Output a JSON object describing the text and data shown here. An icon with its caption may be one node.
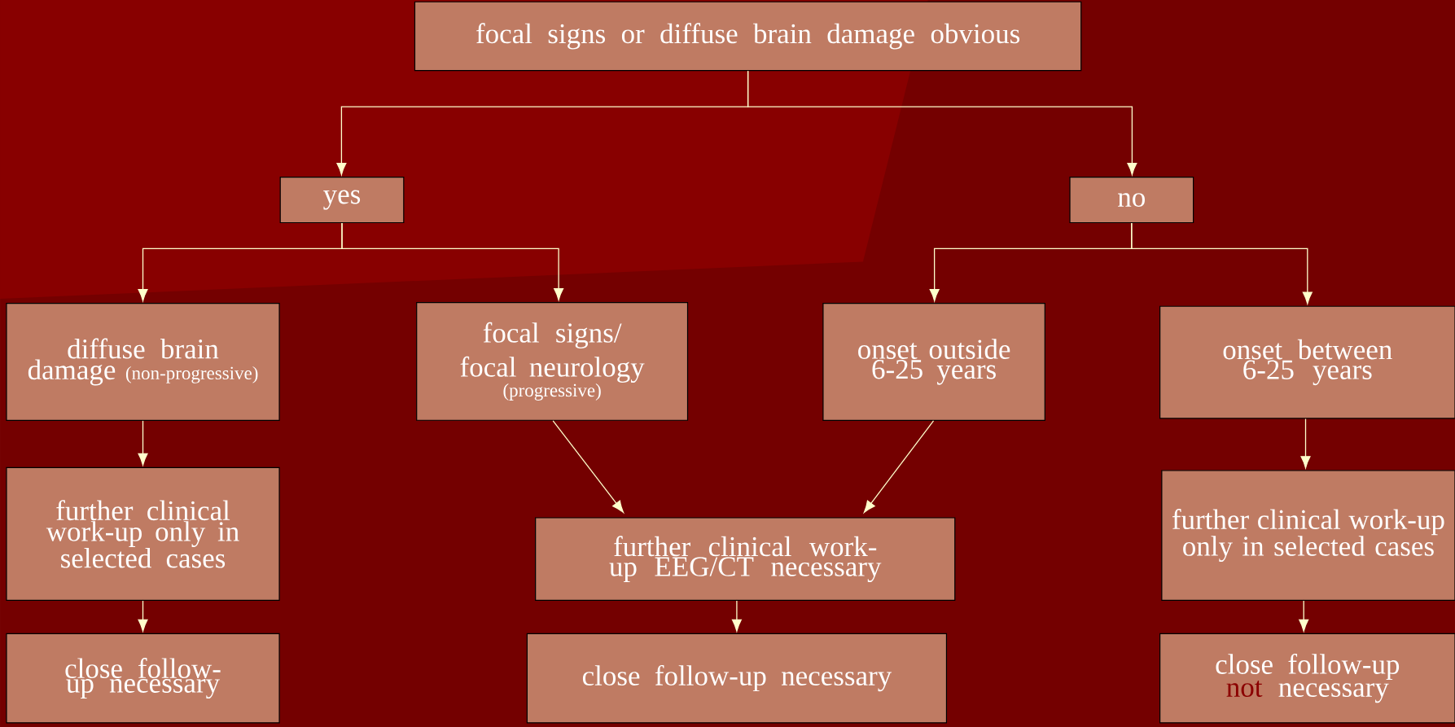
{
  "diagram": {
    "nodes": [
      {
        "text": [
          "focal signs or diffuse brain damage obvious"
        ]
      },
      {
        "text": [
          "yes"
        ]
      },
      {
        "text": [
          "no"
        ]
      },
      {
        "text": [
          "diffuse brain damage",
          "(non-progressive)"
        ]
      },
      {
        "text": [
          "focal signs/ focal neurology",
          "(progressive)"
        ]
      },
      {
        "text": [
          "onset outside 6-25 years"
        ]
      },
      {
        "text": [
          "onset between 6-25 years"
        ]
      },
      {
        "text": [
          "further clinical work-up only in selected cases"
        ]
      },
      {
        "text": [
          "further clinical work-up EEG/CT necessary"
        ]
      },
      {
        "text": [
          "further clinical work-up only in selected cases"
        ]
      },
      {
        "text": [
          "close follow-up necessary"
        ]
      },
      {
        "text": [
          "close follow-up necessary"
        ]
      },
      {
        "text": [
          "close follow-up",
          "not",
          "necessary"
        ]
      }
    ],
    "edges": [
      {
        "from": 0,
        "to": 1,
        "arrow": "to"
      },
      {
        "from": 0,
        "to": 2,
        "arrow": "to"
      },
      {
        "from": 1,
        "to": 3,
        "arrow": "to"
      },
      {
        "from": 1,
        "to": 4,
        "arrow": "to"
      },
      {
        "from": 2,
        "to": 5,
        "arrow": "to"
      },
      {
        "from": 2,
        "to": 6,
        "arrow": "to"
      },
      {
        "from": 3,
        "to": 7,
        "arrow": "to"
      },
      {
        "from": 7,
        "to": 10,
        "arrow": "to"
      },
      {
        "from": 4,
        "to": 8,
        "arrow": "to"
      },
      {
        "from": 5,
        "to": 8,
        "arrow": "to"
      },
      {
        "from": 6,
        "to": 9,
        "arrow": "to"
      },
      {
        "from": 8,
        "to": 11,
        "arrow": "to"
      },
      {
        "from": 9,
        "to": 12,
        "arrow": "to"
      }
    ]
  }
}
